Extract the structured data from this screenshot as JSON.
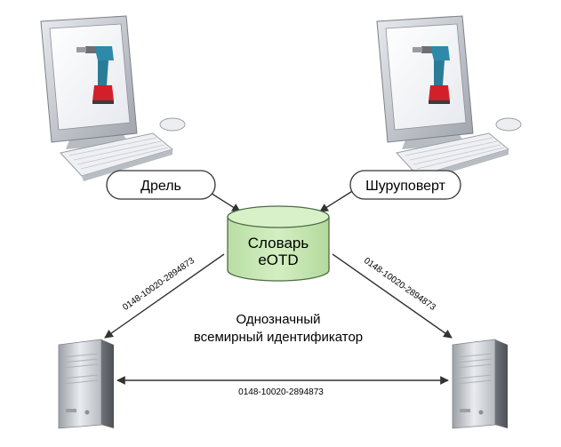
{
  "nodes": {
    "left_term": "Дрель",
    "right_term": "Шуруповерт",
    "dictionary_line1": "Словарь",
    "dictionary_line2": "eOTD"
  },
  "identifier": {
    "caption_line1": "Однозначный",
    "caption_line2": "всемирный идентификатор",
    "code_left": "0148-10020-2894873",
    "code_right": "0148-10020-2894873",
    "code_bottom": "0148-10020-2894873"
  },
  "colors": {
    "dictionary_fill": "#c9e8b6",
    "dictionary_stroke": "#4f6b43",
    "arrow": "#333333",
    "drill_body": "#2e8aa8",
    "drill_red": "#d21f2a"
  },
  "icons": [
    "computer-monitor-icon",
    "keyboard-icon",
    "mouse-icon",
    "drill-icon",
    "server-tower-icon"
  ]
}
